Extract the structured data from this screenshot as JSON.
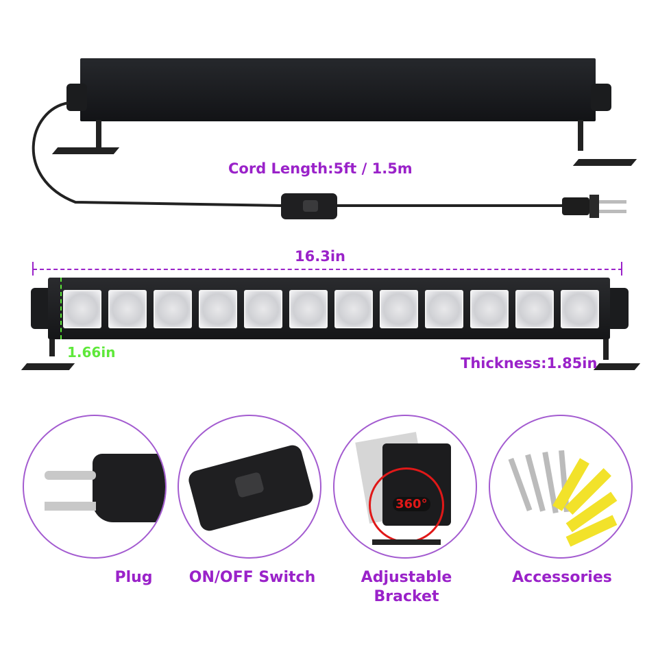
{
  "labels": {
    "cord_length": "Cord Length:5ft / 1.5m",
    "width": "16.3in",
    "height": "1.66in",
    "thickness": "Thickness:1.85in"
  },
  "features": [
    {
      "caption": "Plug"
    },
    {
      "caption": "ON/OFF Switch"
    },
    {
      "caption": "Adjustable Bracket",
      "caption_line1": "Adjustable",
      "caption_line2": "Bracket"
    },
    {
      "caption": "Accessories"
    }
  ],
  "rotation_label": "360°",
  "colors": {
    "accent": "#9a22c9",
    "dimension_green": "#5ee83a"
  }
}
